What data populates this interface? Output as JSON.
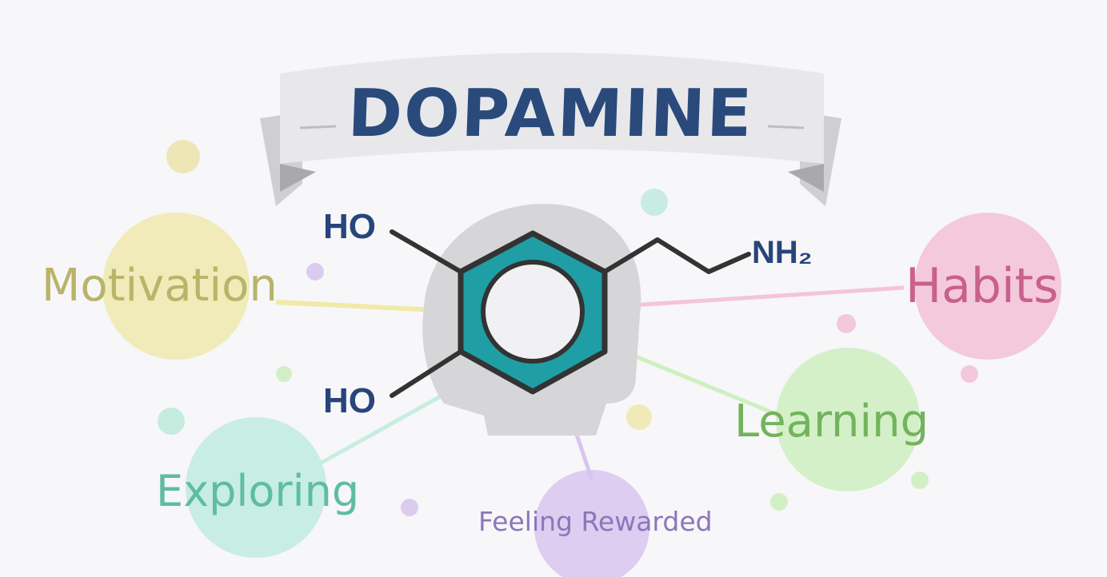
{
  "title": "DOPAMINE",
  "molecule": {
    "hydroxyl_top": "HO",
    "hydroxyl_bottom": "HO",
    "amine": "NH₂"
  },
  "concepts": [
    {
      "id": "motivation",
      "label": "Motivation",
      "color": "#ece6a4",
      "text_color": "#b8b466"
    },
    {
      "id": "habits",
      "label": "Habits",
      "color": "#f1c1d8",
      "text_color": "#cb5d8c"
    },
    {
      "id": "learning",
      "label": "Learning",
      "color": "#cdeec0",
      "text_color": "#72b35a"
    },
    {
      "id": "exploring",
      "label": "Exploring",
      "color": "#c3ecdf",
      "text_color": "#5dbba3"
    },
    {
      "id": "feeling-rewarded",
      "label": "Feeling Rewarded",
      "color": "#dccaf0",
      "text_color": "#8c74b8"
    }
  ],
  "colors": {
    "title_text": "#2a4a7c",
    "ribbon": "#e7e7ea",
    "ribbon_shadow": "#c9c9ce",
    "head": "#d6d6d8",
    "ring_fill": "#20a0a6",
    "bond": "#333333"
  }
}
